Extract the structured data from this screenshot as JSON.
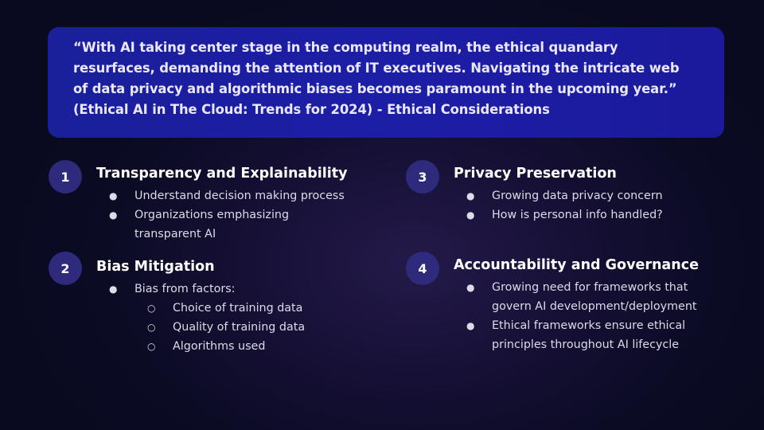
{
  "quote": {
    "line1": "“With AI taking center stage in the computing realm, the ethical quandary",
    "line2": "resurfaces, demanding the attention of IT executives. Navigating the intricate web",
    "line3": "of data privacy and algorithmic biases becomes paramount in the upcoming year.”",
    "line4": "(Ethical AI in The Cloud: Trends for 2024) - Ethical Considerations"
  },
  "items": [
    {
      "number": "1",
      "title": "Transparency and Explainability",
      "bullets": [
        "Understand decision making process",
        "Organizations emphasizing",
        "transparent AI"
      ]
    },
    {
      "number": "2",
      "title": "Bias Mitigation",
      "bullets": [
        "Bias from factors:"
      ],
      "sub_bullets": [
        "Choice of training data",
        "Quality of training data",
        "Algorithms used"
      ]
    },
    {
      "number": "3",
      "title": "Privacy Preservation",
      "bullets": [
        "Growing data privacy concern",
        "How is personal info handled?"
      ]
    },
    {
      "number": "4",
      "title": "Accountability and Governance",
      "bullets": [
        "Growing need for frameworks that",
        "govern AI development/deployment",
        "Ethical frameworks ensure ethical",
        "principles throughout AI lifecycle"
      ]
    }
  ],
  "icons": {
    "bullet": "●",
    "sub_bullet": "○"
  },
  "colors": {
    "quote_box": "#1c1ea6",
    "badge": "#2e2a7c",
    "background": "#0b0b24"
  }
}
